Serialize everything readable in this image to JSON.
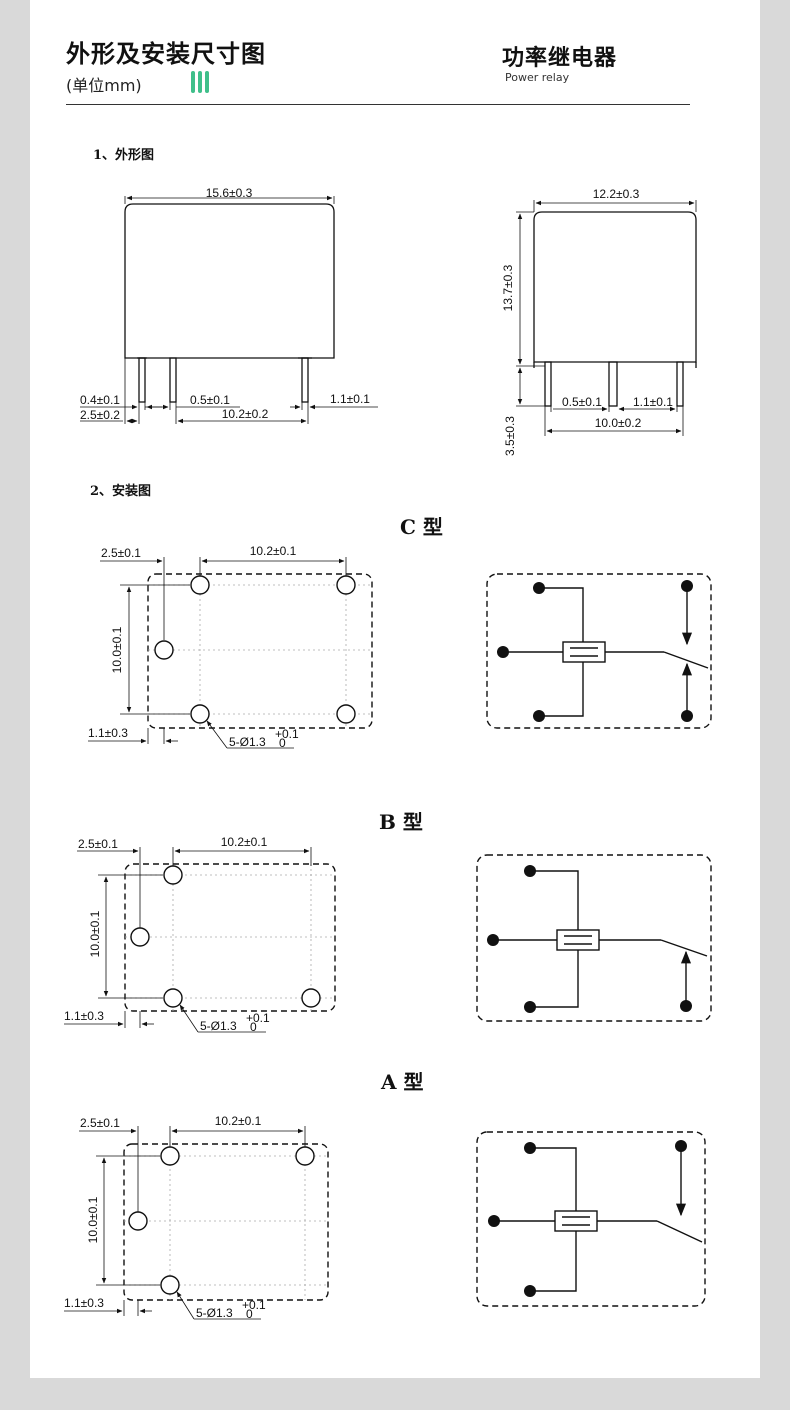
{
  "header": {
    "title": "外形及安装尺寸图",
    "unit_note": "(单位mm)",
    "brand": "功率继电器",
    "brand_en": "Power relay",
    "accent_color": "#3fbf8a"
  },
  "sections": {
    "outline": "1、外形图",
    "install": "2、安装图"
  },
  "outline_dims": {
    "front_width": "15.6±0.3",
    "pin_width": "0.4±0.1",
    "pin_offset": "2.5±0.2",
    "pin_gap": "0.5±0.1",
    "pin_pitch": "10.2±0.2",
    "pin_right": "1.1±0.1",
    "side_width": "12.2±0.3",
    "side_height": "13.7±0.3",
    "side_pin_gap": "0.5±0.1",
    "side_pin_right": "1.1±0.1",
    "side_pitch": "10.0±0.2",
    "pin_length": "3.5±0.3"
  },
  "mount_types": [
    {
      "label": "C 型",
      "dim_left": "2.5±0.1",
      "dim_pitch": "10.2±0.1",
      "dim_height": "10.0±0.1",
      "dim_bottom": "1.1±0.3",
      "hole_note": "5-Ø1.3",
      "tol_up": "+0.1",
      "tol_down": "0"
    },
    {
      "label": "B 型",
      "dim_left": "2.5±0.1",
      "dim_pitch": "10.2±0.1",
      "dim_height": "10.0±0.1",
      "dim_bottom": "1.1±0.3",
      "hole_note": "5-Ø1.3",
      "tol_up": "+0.1",
      "tol_down": "0"
    },
    {
      "label": "A 型",
      "dim_left": "2.5±0.1",
      "dim_pitch": "10.2±0.1",
      "dim_height": "10.0±0.1",
      "dim_bottom": "1.1±0.3",
      "hole_note": "5-Ø1.3",
      "tol_up": "+0.1",
      "tol_down": "0"
    }
  ]
}
